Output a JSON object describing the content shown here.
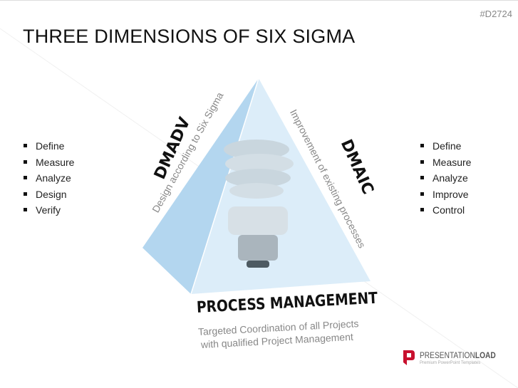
{
  "slide_id": "#D2724",
  "title": "THREE DIMENSIONS OF SIX SIGMA",
  "left_list": [
    "Define",
    "Measure",
    "Analyze",
    "Design",
    "Verify"
  ],
  "right_list": [
    "Define",
    "Measure",
    "Analyze",
    "Improve",
    "Control"
  ],
  "dmadv": {
    "label": "DMADV",
    "subtitle": "Design according to Six Sigma"
  },
  "dmaic": {
    "label": "DMAIC",
    "subtitle": "Improvement of existing processes"
  },
  "process": {
    "label": "PROCESS MANAGEMENT",
    "subtitle_line1": "Targeted Coordination of all Projects",
    "subtitle_line2": "with qualified Project Management"
  },
  "logo": {
    "name_regular": "PRESENTATION",
    "name_bold": "LOAD",
    "tagline": "Premium PowerPoint Templates"
  },
  "colors": {
    "left_face": "#b3d6ef",
    "front_face": "#dcedf9",
    "logo_red": "#c8102e"
  }
}
